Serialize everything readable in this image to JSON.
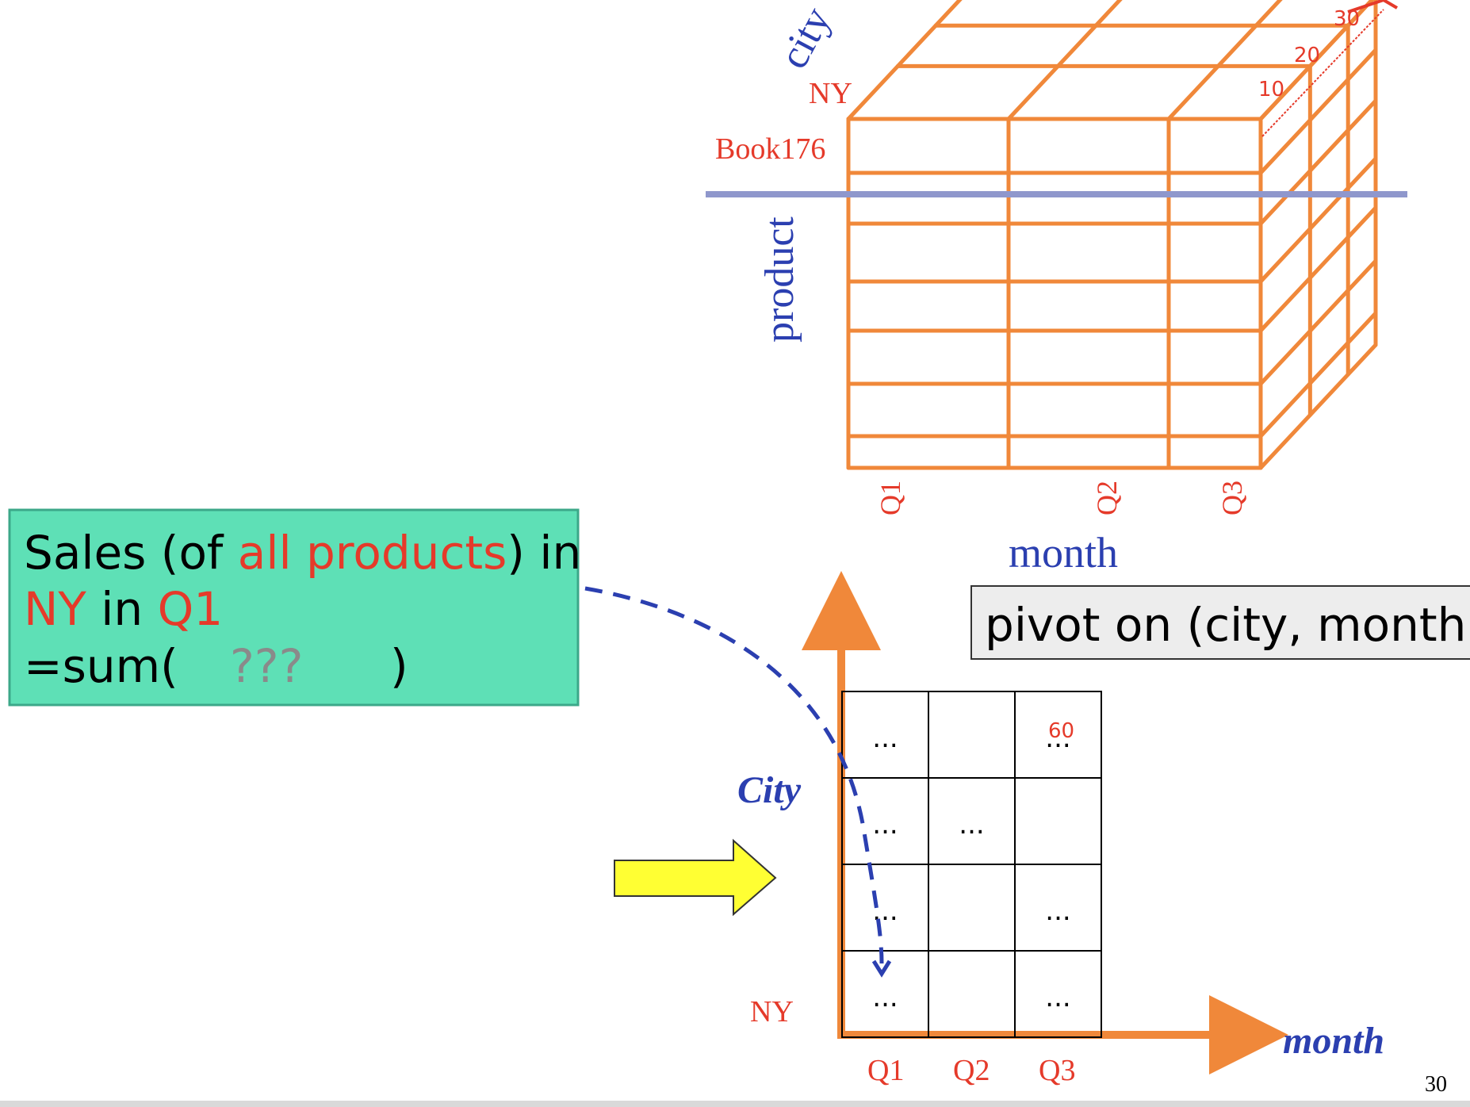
{
  "cube": {
    "axis_city": "city",
    "axis_product": "product",
    "axis_month": "month",
    "label_ny": "NY",
    "label_book": "Book176",
    "q_labels": [
      "Q1",
      "Q2",
      "Q3"
    ],
    "depth_values": [
      "10",
      "20",
      "30"
    ]
  },
  "callout": {
    "line1_a": "Sales (of ",
    "line1_b": "all products",
    "line1_c": ") in",
    "line2_a": "NY",
    "line2_b": " in ",
    "line2_c": "Q1",
    "line3_a": "=sum(",
    "line3_b": "???",
    "line3_c": ")"
  },
  "pivot_box": {
    "label": "pivot on (city, month)"
  },
  "grid": {
    "y_axis_label": "City",
    "x_axis_label": "month",
    "row_label_ny": "NY",
    "col_labels": [
      "Q1",
      "Q2",
      "Q3"
    ],
    "cells": [
      [
        "...",
        "",
        "..."
      ],
      [
        "...",
        "...",
        ""
      ],
      [
        "...",
        "",
        "..."
      ],
      [
        "...",
        "",
        "..."
      ]
    ],
    "annotation": "60"
  },
  "page_number": "30",
  "colors": {
    "orange": "#F0883A",
    "red": "#E53A2A",
    "blue": "#2B3FB0",
    "green": "#5EE0B6",
    "yellow": "#FFFF33",
    "highlight_line": "#8F97CC",
    "gray_text": "#8A8A8A"
  }
}
